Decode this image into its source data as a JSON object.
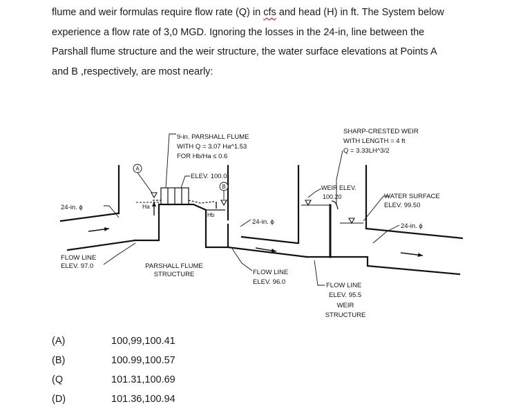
{
  "question": {
    "line1_pre": "flume and weir formulas require flow rate (Q) in ",
    "line1_cfs": "cfs",
    "line1_post": " and head (H) in ft. The System below",
    "line2": "experience a flow rate of 3,0 MGD. Ignoring the losses in the 24-in, line between the",
    "line3": "Parshall flume structure and the weir structure, the water surface elevations at Points A",
    "line4": "and B ,respectively, are most nearly:"
  },
  "figure": {
    "pipe_left": "24-in. ϕ",
    "flow_line_left_1": "FLOW LINE",
    "flow_line_left_2": "ELEV. 97.0",
    "flume_title": "9-in. PARSHALL FLUME",
    "flume_eq": "WITH Q = 3.07 Ha^1.53",
    "flume_limit": "FOR Hb/Ha ≤ 0.6",
    "elev_100": "ELEV. 100.0",
    "point_a": "A",
    "point_b": "B",
    "ha": "Ha",
    "hb": "Hb",
    "flume_struct_1": "PARSHALL FLUME",
    "flume_struct_2": "STRUCTURE",
    "pipe_mid": "24-in. ϕ",
    "flow_line_mid_1": "FLOW LINE",
    "flow_line_mid_2": "ELEV. 96.0",
    "weir_title_1": "SHARP-CRESTED WEIR",
    "weir_title_2": "WITH LENGTH = 4 ft",
    "weir_title_3": "Q = 3.33LH^3/2",
    "weir_elev_1": "WEIR ELEV.",
    "weir_elev_2": "100.20",
    "water_surface_1": "WATER SURFACE",
    "water_surface_2": "ELEV. 99.50",
    "pipe_right": "24-in. ϕ",
    "flow_line_right_1": "FLOW LINE",
    "flow_line_right_2": "ELEV. 95.5",
    "weir_struct_1": "WEIR",
    "weir_struct_2": "STRUCTURE"
  },
  "choices": [
    {
      "letter": "(A)",
      "value": "100,99,100.41"
    },
    {
      "letter": "(B)",
      "value": "100.99,100.57"
    },
    {
      "letter": "(Q",
      "value": "101.31,100.69"
    },
    {
      "letter": "(D)",
      "value": "101.36,100.94"
    }
  ]
}
